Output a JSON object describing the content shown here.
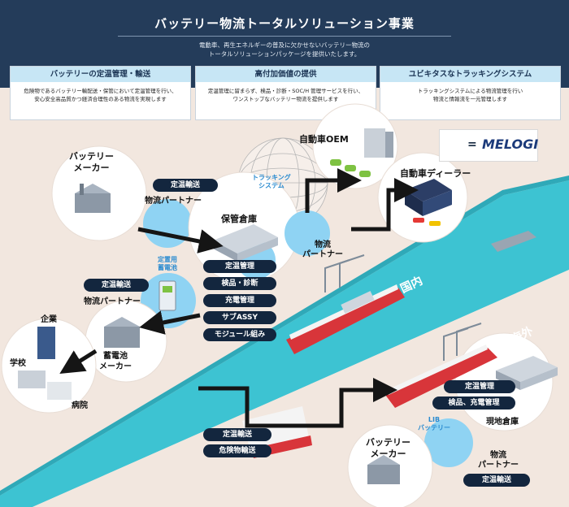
{
  "header": {
    "title": "バッテリー物流トータルソリューション事業",
    "subtitle_line1": "電動車、再生エネルギーの普及に欠かせないバッテリー物流の",
    "subtitle_line2": "トータルソリューションパッケージを提供いたします。"
  },
  "panels": [
    {
      "title": "バッテリーの定温管理・輸送",
      "line1": "危険物であるバッテリー輸配送・保管において定温管理を行い、",
      "line2": "安心安全高品質かつ経済合理性のある物流を実現します"
    },
    {
      "title": "高付加価値の提供",
      "line1": "定温管理に留まらず、検品・診断・SOC/H 管理サービスを行い、",
      "line2": "ワンストップなバッテリー物流を提供します"
    },
    {
      "title": "ユビキタスなトラッキングシステム",
      "line1": "トラッキングシステムによる物流管理を行い",
      "line2": "物流と情報流を一元管理します"
    }
  ],
  "legend": {
    "equals": "=",
    "brand": "MELOGI"
  },
  "labels": {
    "battery_maker_top_1": "バッテリー",
    "battery_maker_top_2": "メーカー",
    "teion_yuso": "定温輸送",
    "butsuryu_partner": "物流パートナー",
    "tracking_1": "トラッキング",
    "tracking_2": "システム",
    "jidosha_oem": "自動車OEM",
    "dealer": "自動車ディーラー",
    "hokan_soko": "保管倉庫",
    "butsuryu_1": "物流",
    "partner": "パートナー",
    "teichi_1": "定置用",
    "teichi_2": "蓄電池",
    "kokunai": "国内",
    "kaigai": "海外",
    "kigyo": "企業",
    "gakko": "学校",
    "byoin": "病院",
    "chikudenchi_1": "蓄電池",
    "chikudenchi_2": "メーカー",
    "lib_1": "LIB",
    "lib_2": "バッテリー",
    "genchi_soko": "現地倉庫",
    "battery_maker_bottom_1": "バッテリー",
    "battery_maker_bottom_2": "メーカー",
    "butsuryu_partner_bottom_1": "物流",
    "butsuryu_partner_bottom_2": "パートナー"
  },
  "pills": {
    "center": [
      "定温管理",
      "検品・診断",
      "充電管理",
      "サブASSY",
      "モジュール組み"
    ],
    "left_teion": "定温輸送",
    "ship_1": "定温輸送",
    "ship_2": "危険物輸送",
    "overseas_1": "定温管理",
    "overseas_2": "検品、充電管理",
    "bottom_right": "定温輸送"
  },
  "colors": {
    "header": "#243c5a",
    "panel_head": "#c7e6f5",
    "sea": "#3dc3d2",
    "land": "#f2e7df",
    "melogi_circle": "#8fd3f3",
    "pill": "#13263e",
    "arrow": "#151515"
  }
}
